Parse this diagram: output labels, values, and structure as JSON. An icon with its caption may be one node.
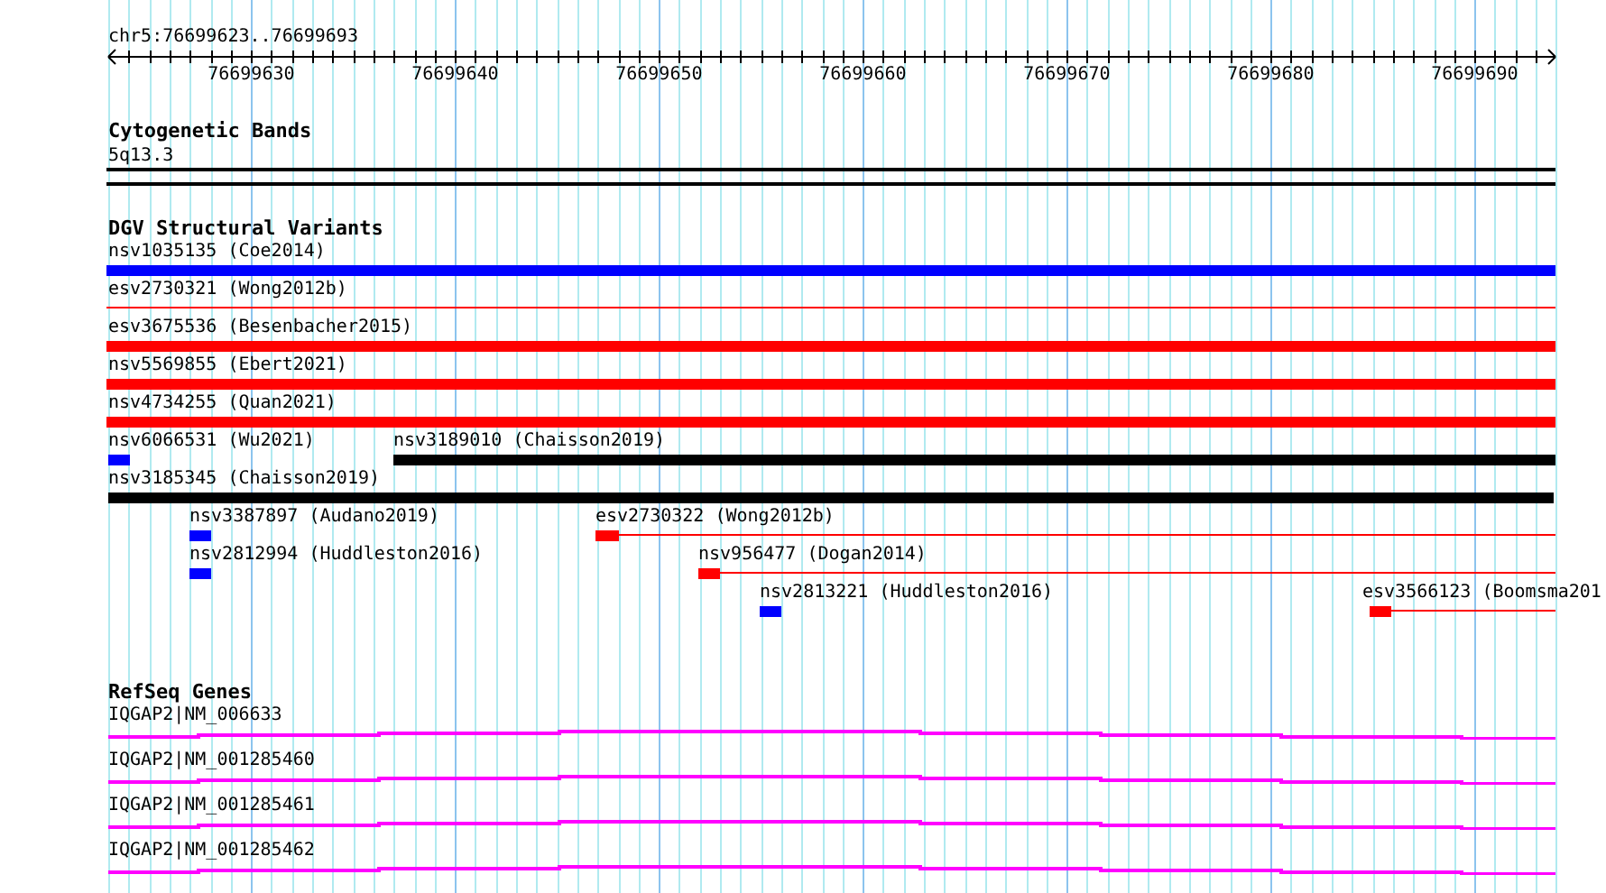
{
  "diagram": {
    "title": "chr5:76699623..76699693",
    "nodes": [
      {
        "text": [
          "Cytogenetic Bands"
        ]
      },
      {
        "text": [
          "5q13.3"
        ],
        "in": 0
      },
      {
        "text": [
          "DGV Structural Variants"
        ]
      },
      {
        "text": [
          "nsv1035135 (Coe2014)"
        ],
        "in": 2
      },
      {
        "text": [
          "esv2730321 (Wong2012b)"
        ],
        "in": 2
      },
      {
        "text": [
          "esv3675536 (Besenbacher2015)"
        ],
        "in": 2
      },
      {
        "text": [
          "nsv5569855 (Ebert2021)"
        ],
        "in": 2
      },
      {
        "text": [
          "nsv4734255 (Quan2021)"
        ],
        "in": 2
      },
      {
        "text": [
          "nsv6066531 (Wu2021)"
        ],
        "in": 2
      },
      {
        "text": [
          "nsv3189010 (Chaisson2019)"
        ],
        "in": 2
      },
      {
        "text": [
          "nsv3185345 (Chaisson2019)"
        ],
        "in": 2
      },
      {
        "text": [
          "nsv3387897 (Audano2019)"
        ],
        "in": 2
      },
      {
        "text": [
          "esv2730322 (Wong2012b)"
        ],
        "in": 2
      },
      {
        "text": [
          "nsv2812994 (Huddleston2016)"
        ],
        "in": 2
      },
      {
        "text": [
          "nsv956477 (Dogan2014)"
        ],
        "in": 2
      },
      {
        "text": [
          "nsv2813221 (Huddleston2016)"
        ],
        "in": 2
      },
      {
        "text": [
          "esv3566123 (Boomsma201"
        ],
        "in": 2
      },
      {
        "text": [
          "RefSeq Genes"
        ]
      },
      {
        "text": [
          "IQGAP2|NM_006633"
        ],
        "in": 17
      },
      {
        "text": [
          "IQGAP2|NM_001285460"
        ],
        "in": 17
      },
      {
        "text": [
          "IQGAP2|NM_001285461"
        ],
        "in": 17
      },
      {
        "text": [
          "IQGAP2|NM_001285462"
        ],
        "in": 17
      }
    ],
    "labels": [
      "76699630",
      "76699640",
      "76699650",
      "76699660",
      "76699670",
      "76699680",
      "76699690"
    ]
  }
}
